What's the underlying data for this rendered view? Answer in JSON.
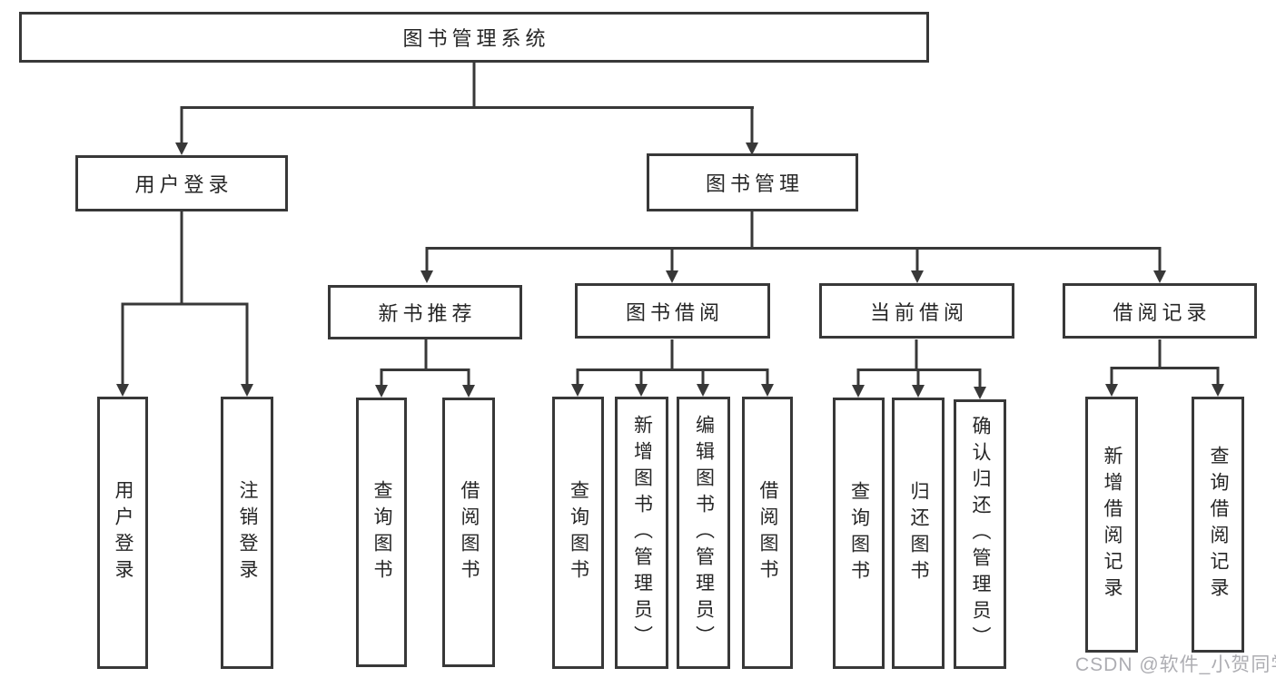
{
  "colors": {
    "line": "#383838",
    "box_border": "#383838",
    "text": "#262626",
    "background": "#ffffff",
    "watermark": "#7a7a82"
  },
  "tree": {
    "root": {
      "label": "图书管理系统"
    },
    "branches": [
      {
        "label": "用户登录",
        "children": [
          {
            "label": "用户登录"
          },
          {
            "label": "注销登录"
          }
        ]
      },
      {
        "label": "图书管理",
        "children": [
          {
            "label": "新书推荐",
            "children": [
              {
                "label": "查询图书"
              },
              {
                "label": "借阅图书"
              }
            ]
          },
          {
            "label": "图书借阅",
            "children": [
              {
                "label": "查询图书"
              },
              {
                "label": "新增图书（管理员）"
              },
              {
                "label": "编辑图书（管理员）"
              },
              {
                "label": "借阅图书"
              }
            ]
          },
          {
            "label": "当前借阅",
            "children": [
              {
                "label": "查询图书"
              },
              {
                "label": "归还图书"
              },
              {
                "label": "确认归还（管理员）"
              }
            ]
          },
          {
            "label": "借阅记录",
            "children": [
              {
                "label": "新增借阅记录"
              },
              {
                "label": "查询借阅记录"
              }
            ]
          }
        ]
      }
    ]
  },
  "watermark": {
    "text": "CSDN @软件_小贺同学"
  }
}
